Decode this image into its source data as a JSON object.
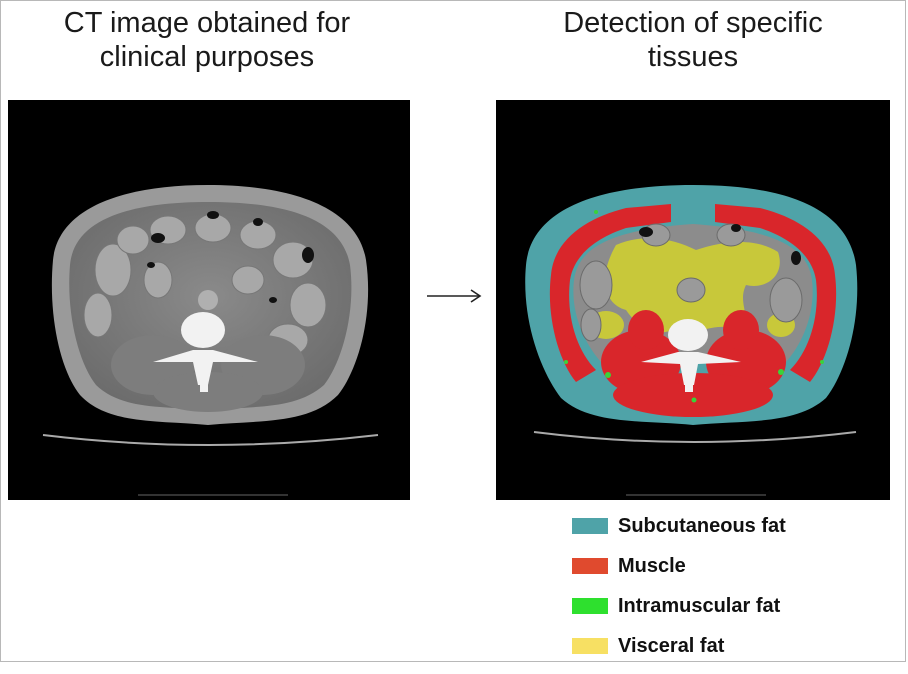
{
  "titles": {
    "left": [
      "CT image obtained for",
      "clinical purposes"
    ],
    "right": [
      "Detection of specific",
      "tissues"
    ]
  },
  "legend": {
    "items": [
      {
        "label": "Subcutaneous fat",
        "color": "#4fa3a8"
      },
      {
        "label": "Muscle",
        "color": "#e04a2e"
      },
      {
        "label": "Intramuscular fat",
        "color": "#2ee02e"
      },
      {
        "label": "Visceral fat",
        "color": "#f7e063"
      }
    ]
  },
  "colors": {
    "subcutaneous_fat": "#4fa3a8",
    "muscle": "#d9262b",
    "intramuscular_fat": "#3ad23a",
    "visceral_fat": "#c8c83a",
    "background": "#000000"
  },
  "icons": {
    "arrow": "right-arrow-icon"
  }
}
